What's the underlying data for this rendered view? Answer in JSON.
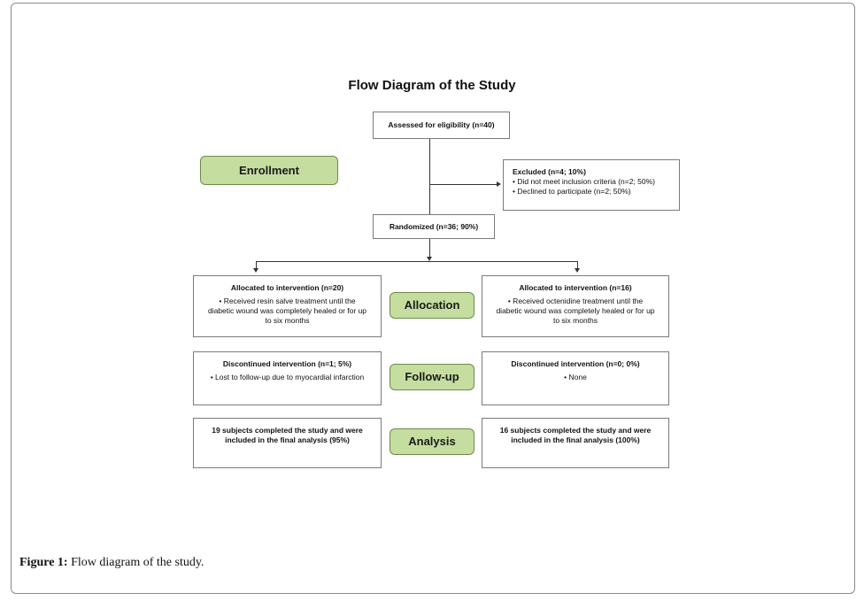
{
  "diagram": {
    "title": "Flow Diagram of the Study",
    "assessed": "Assessed for eligibility (n=40)",
    "excluded": {
      "header": "Excluded (n=4; 10%)",
      "items": [
        "• Did not meet inclusion criteria (n=2; 50%)",
        "• Declined to participate (n=2; 50%)"
      ]
    },
    "randomized": "Randomized (n=36; 90%)",
    "stages": {
      "enrollment": "Enrollment",
      "allocation": "Allocation",
      "followup": "Follow-up",
      "analysis": "Analysis"
    },
    "left": {
      "allocated_header": "Allocated to intervention (n=20)",
      "allocated_text": "• Received resin salve treatment until the diabetic wound was completely healed or for up to six months",
      "discontinued_header": "Discontinued intervention (n=1; 5%)",
      "discontinued_text": "• Lost to follow-up due to myocardial infarction",
      "analysis": "19 subjects completed the study and were included in the final analysis (95%)"
    },
    "right": {
      "allocated_header": "Allocated to intervention (n=16)",
      "allocated_text": "• Received octenidine treatment until the diabetic wound was completely healed or for up to six months",
      "discontinued_header": "Discontinued intervention (n=0; 0%)",
      "discontinued_text": "• None",
      "analysis": "16 subjects completed the study and were included in the final analysis (100%)"
    }
  },
  "caption": {
    "label": "Figure 1:",
    "text": " Flow diagram of the study."
  }
}
